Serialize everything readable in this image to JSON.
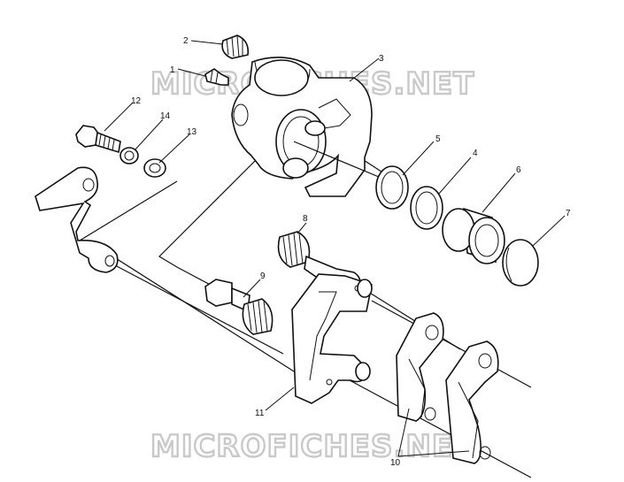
{
  "watermarks": {
    "top": "MICROFICHES.NET",
    "bottom": "MICROFICHES.NET"
  },
  "callouts": {
    "c1": "1",
    "c2": "2",
    "c3": "3",
    "c4": "4",
    "c5": "5",
    "c6": "6",
    "c7": "7",
    "c8": "8",
    "c9": "9",
    "c10": "10",
    "c11": "11",
    "c12": "12",
    "c13": "13",
    "c14": "14"
  }
}
